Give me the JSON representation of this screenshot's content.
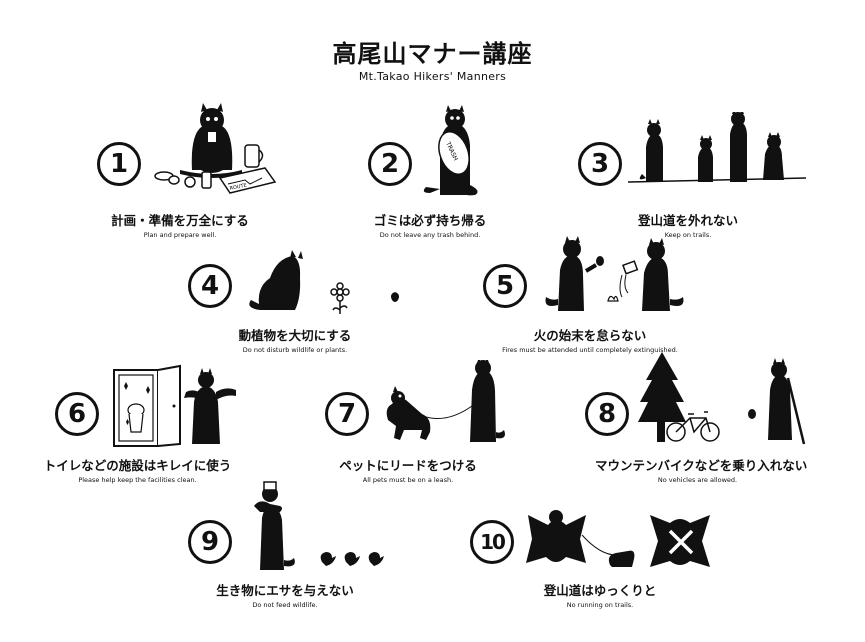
{
  "header": {
    "title": "高尾山マナー講座",
    "subtitle": "Mt.Takao Hikers' Manners"
  },
  "items": [
    {
      "number": "1",
      "jp": "計画・準備を万全にする",
      "en": "Plan and prepare well.",
      "icon": "cat-planning-icon",
      "art_text": "ROUTE"
    },
    {
      "number": "2",
      "jp": "ゴミは必ず持ち帰る",
      "en": "Do not leave any trash behind.",
      "icon": "cat-trash-bag-icon",
      "art_text": "TRASH"
    },
    {
      "number": "3",
      "jp": "登山道を外れない",
      "en": "Keep on trails.",
      "icon": "cats-on-trail-icon"
    },
    {
      "number": "4",
      "jp": "動植物を大切にする",
      "en": "Do not disturb wildlife or plants.",
      "icon": "cat-flower-icon"
    },
    {
      "number": "5",
      "jp": "火の始末を怠らない",
      "en": "Fires must be attended until completely extinguished.",
      "icon": "cats-fire-icon"
    },
    {
      "number": "6",
      "jp": "トイレなどの施設はキレイに使う",
      "en": "Please help keep the facilities clean.",
      "icon": "cat-toilet-icon"
    },
    {
      "number": "7",
      "jp": "ペットにリードをつける",
      "en": "All pets must be on a leash.",
      "icon": "cat-dog-leash-icon"
    },
    {
      "number": "8",
      "jp": "マウンテンバイクなどを乗り入れない",
      "en": "No vehicles are allowed.",
      "icon": "cat-bicycle-icon"
    },
    {
      "number": "9",
      "jp": "生き物にエサを与えない",
      "en": "Do not feed wildlife.",
      "icon": "cat-birds-icon"
    },
    {
      "number": "10",
      "jp": "登山道はゆっくりと",
      "en": "No running on trails.",
      "icon": "flying-squirrel-icon"
    }
  ]
}
